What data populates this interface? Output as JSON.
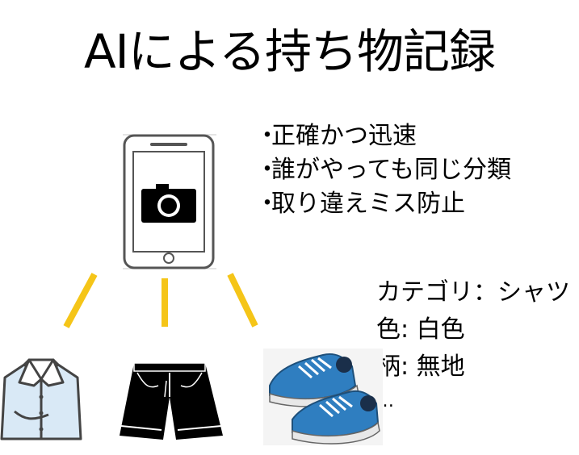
{
  "slide": {
    "title": "AIによる持ち物記録",
    "bullets": [
      "正確かつ迅速",
      "誰がやっても同じ分類",
      "取り違えミス防止"
    ],
    "bullet_marker": "・",
    "attributes": [
      "カテゴリ：シャツ",
      "色: 白色",
      "柄: 無地",
      "…"
    ]
  },
  "icons": {
    "phone": "smartphone-camera-icon",
    "shirt": "shirt-icon",
    "shorts": "shorts-icon",
    "shoes": "sneakers-icon"
  },
  "colors": {
    "connector": "#f5c518",
    "shoe": "#2f7ec0",
    "shirt": "#d9e9f6",
    "text": "#000000"
  }
}
